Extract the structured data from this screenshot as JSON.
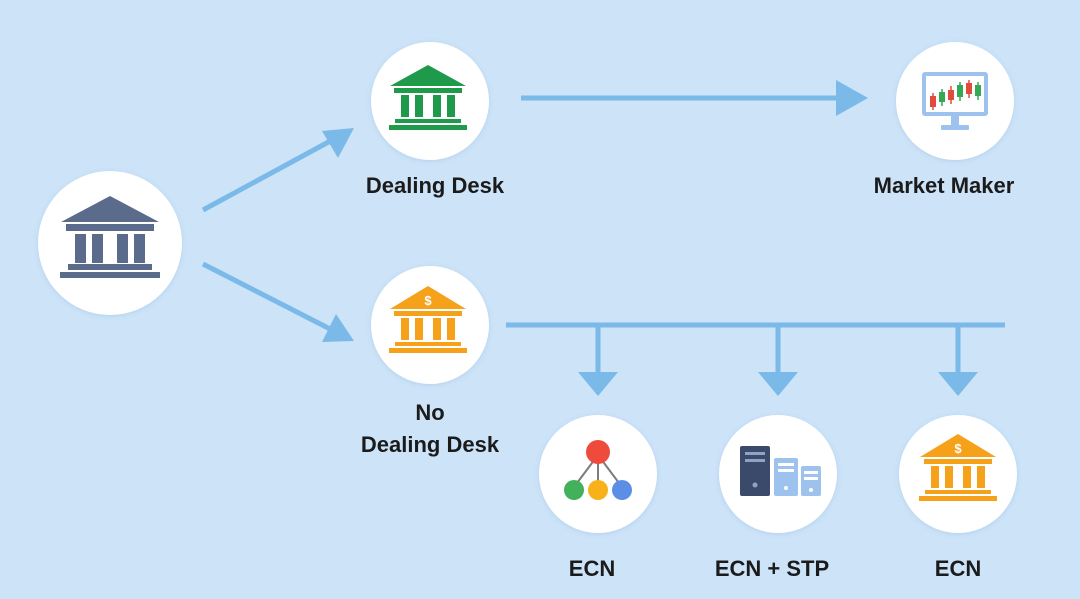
{
  "nodes": {
    "dealing_desk": {
      "label": "Dealing Desk"
    },
    "market_maker": {
      "label": "Market Maker"
    },
    "no_dealing_desk": {
      "label_line1": "No",
      "label_line2": "Dealing Desk"
    },
    "ecn_a": {
      "label": "ECN"
    },
    "ecn_stp": {
      "label": "ECN + STP"
    },
    "ecn_b": {
      "label": "ECN"
    }
  },
  "icons": {
    "broker": "bank-building-icon",
    "dealing_desk": "bank-building-icon",
    "market_maker": "candlestick-monitor-icon",
    "no_dealing_desk": "bank-dollar-icon",
    "ecn_a": "network-nodes-icon",
    "ecn_stp": "servers-icon",
    "ecn_b": "bank-dollar-icon"
  },
  "colors": {
    "background": "#cce3f8",
    "arrow": "#7ab9e8",
    "broker_icon": "#5a6b8c",
    "dealing_desk_icon": "#1f9a4b",
    "no_dealing_desk_icon": "#f5a11a",
    "candle_red": "#e24a3b",
    "candle_green": "#34a853",
    "network_red": "#ee4b3c",
    "network_green": "#43b05c",
    "network_yellow": "#f7b21b",
    "network_blue": "#5b8ee6",
    "server_dark": "#3b4a6b",
    "server_light": "#9ec2ee"
  }
}
